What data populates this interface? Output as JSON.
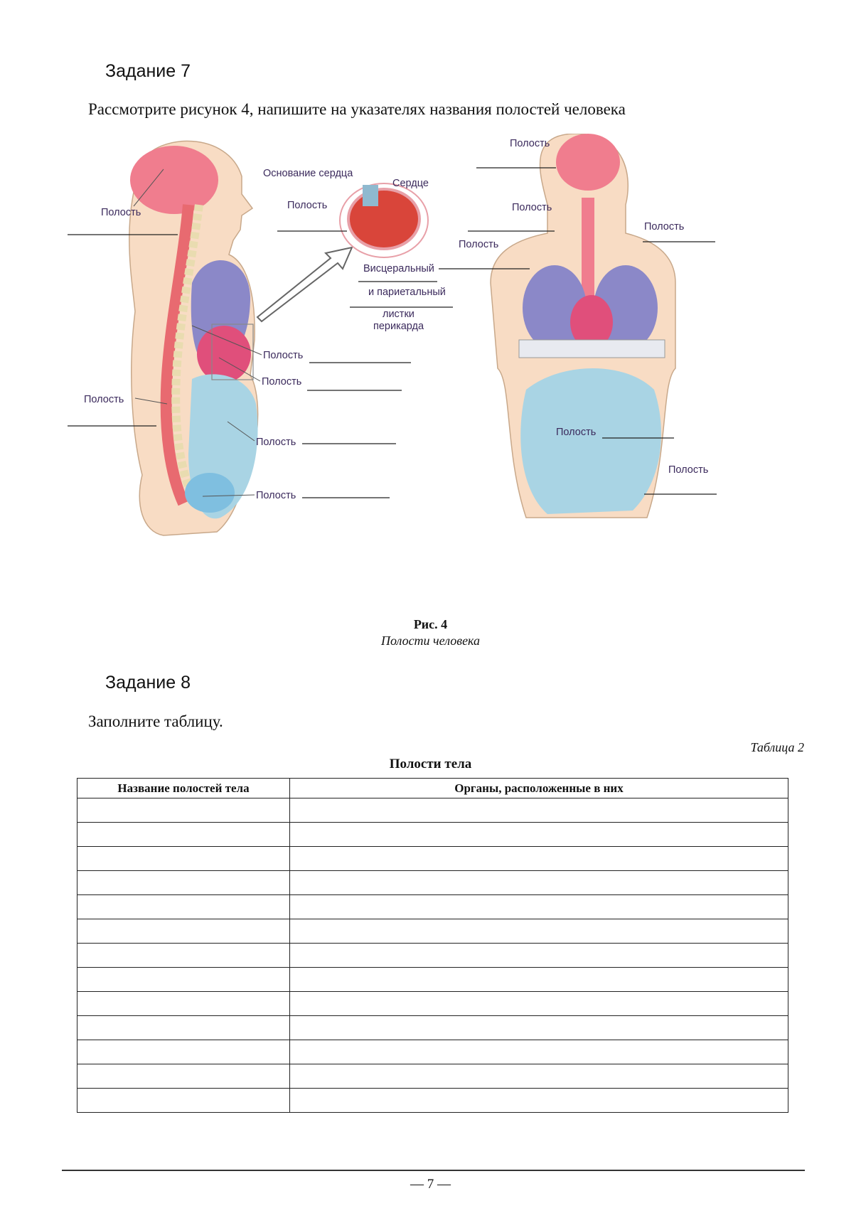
{
  "task7": {
    "title": "Задание 7",
    "instruction": "Рассмотрите рисунок 4, напишите на указателях названия полостей человека"
  },
  "figure": {
    "labels": {
      "cavity": "Полость",
      "heart_base": "Основание сердца",
      "heart": "Сердце",
      "visceral": "Висцеральный",
      "parietal": "и париетальный",
      "leaflets_1": "листки",
      "leaflets_2": "перикарда"
    },
    "caption_num": "Рис. 4",
    "caption_title": "Полости человека"
  },
  "task8": {
    "title": "Задание 8",
    "instruction": "Заполните таблицу."
  },
  "table": {
    "label": "Таблица 2",
    "title": "Полости тела",
    "headers": [
      "Название полостей тела",
      "Органы, расположенные в них"
    ],
    "empty_rows": 13
  },
  "page_number": "— 7 —"
}
